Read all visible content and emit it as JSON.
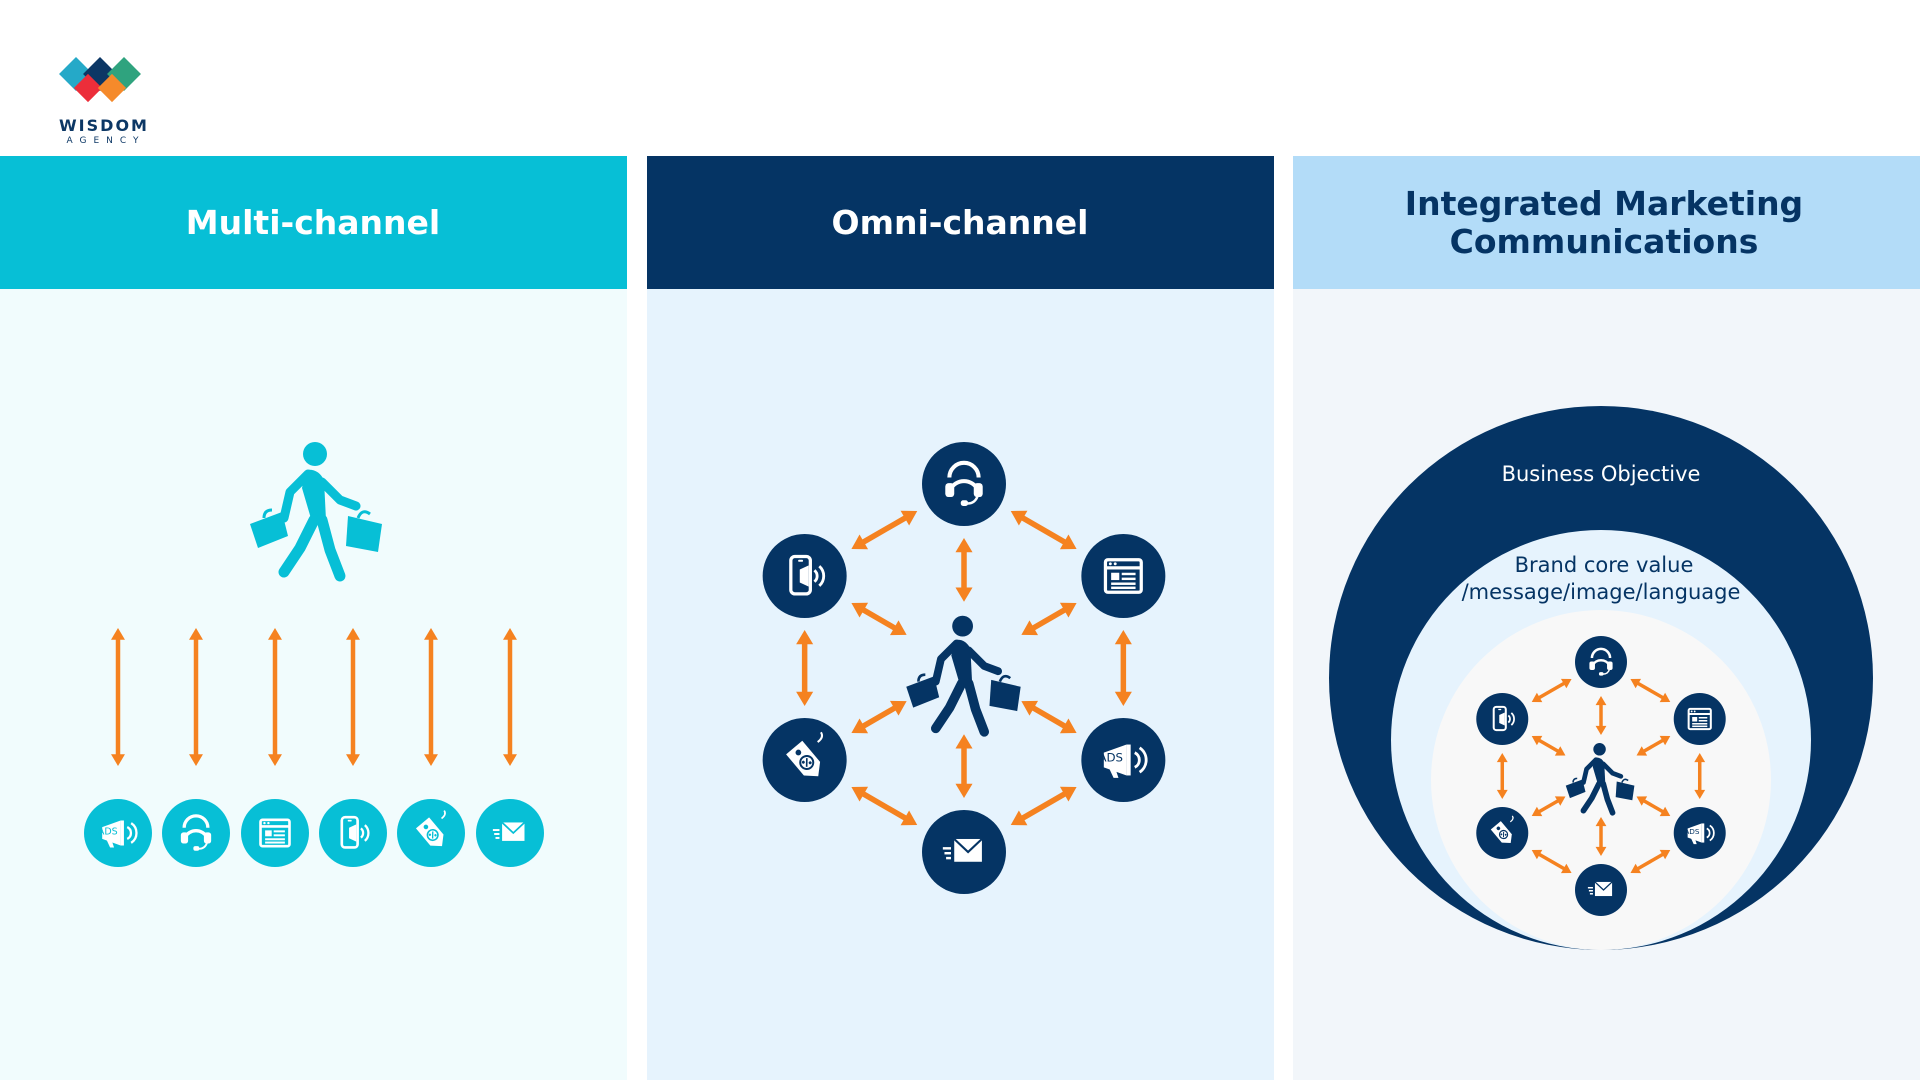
{
  "logo": {
    "name": "WISDOM",
    "sub": "AGENCY"
  },
  "colors": {
    "orange": "#F58220",
    "multi_header": "#07BFD6",
    "multi_bg": "#F1FCFD",
    "omni_header": "#053464",
    "omni_bg": "#E6F3FD",
    "imc_header": "#B3DCF8",
    "imc_bg": "#F2F6FA",
    "icon_teal": "#07BFD6",
    "icon_navy": "#053464",
    "logo_teal": "#25A9C8",
    "logo_navy": "#0C3765",
    "logo_red": "#EC2E3A",
    "logo_orange": "#F58A2B",
    "logo_green": "#2FA37E"
  },
  "panels": {
    "multi": {
      "title": "Multi-channel"
    },
    "omni": {
      "title": "Omni-channel"
    },
    "imc": {
      "title_line1": "Integrated Marketing",
      "title_line2": "Communications",
      "outer_label": "Business Objective",
      "middle_label_line1": "Brand core value",
      "middle_label_line2": "/message/image/language"
    }
  },
  "channels": {
    "multi_row": [
      "megaphone-ads-icon",
      "headset-icon",
      "webpage-icon",
      "mobile-sound-icon",
      "discount-tag-icon",
      "email-icon"
    ],
    "omni_ring": [
      "headset-icon",
      "webpage-icon",
      "megaphone-ads-icon",
      "email-icon",
      "discount-tag-icon",
      "mobile-sound-icon"
    ],
    "ads_text": "ADS",
    "tag_text": "%"
  }
}
